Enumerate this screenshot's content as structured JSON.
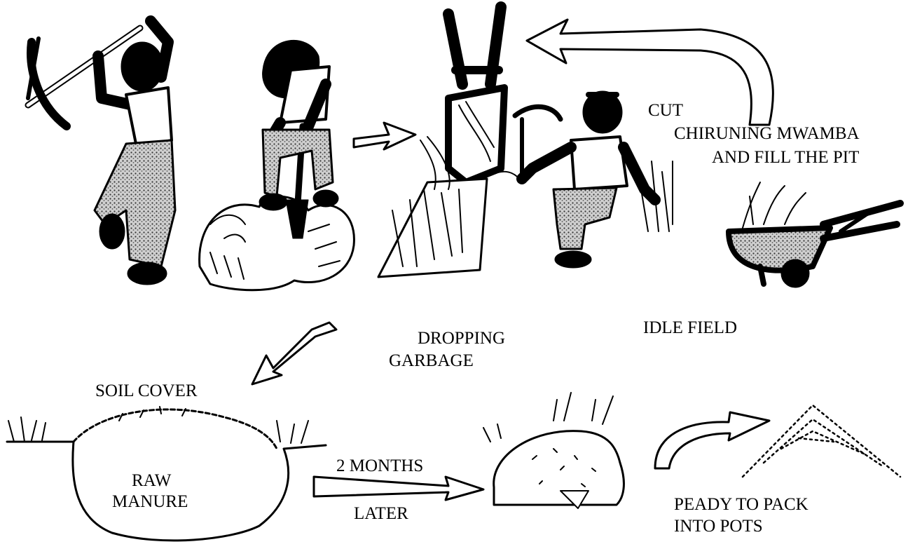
{
  "labels": {
    "cut": "CUT",
    "chiruning_line1": "CHIRUNING MWAMBA",
    "chiruning_line2": "AND FILL THE PIT",
    "idle_field": "IDLE FIELD",
    "dropping": "DROPPING",
    "garbage": "GARBAGE",
    "soil_cover": "SOIL COVER",
    "raw": "RAW",
    "manure": "MANURE",
    "two_months": "2 MONTHS",
    "later": "LATER",
    "ready_line1": "PEADY TO PACK",
    "ready_line2": "INTO POTS"
  },
  "colors": {
    "ink": "#000000",
    "paper": "#ffffff",
    "shade": "#6e6e6e"
  }
}
